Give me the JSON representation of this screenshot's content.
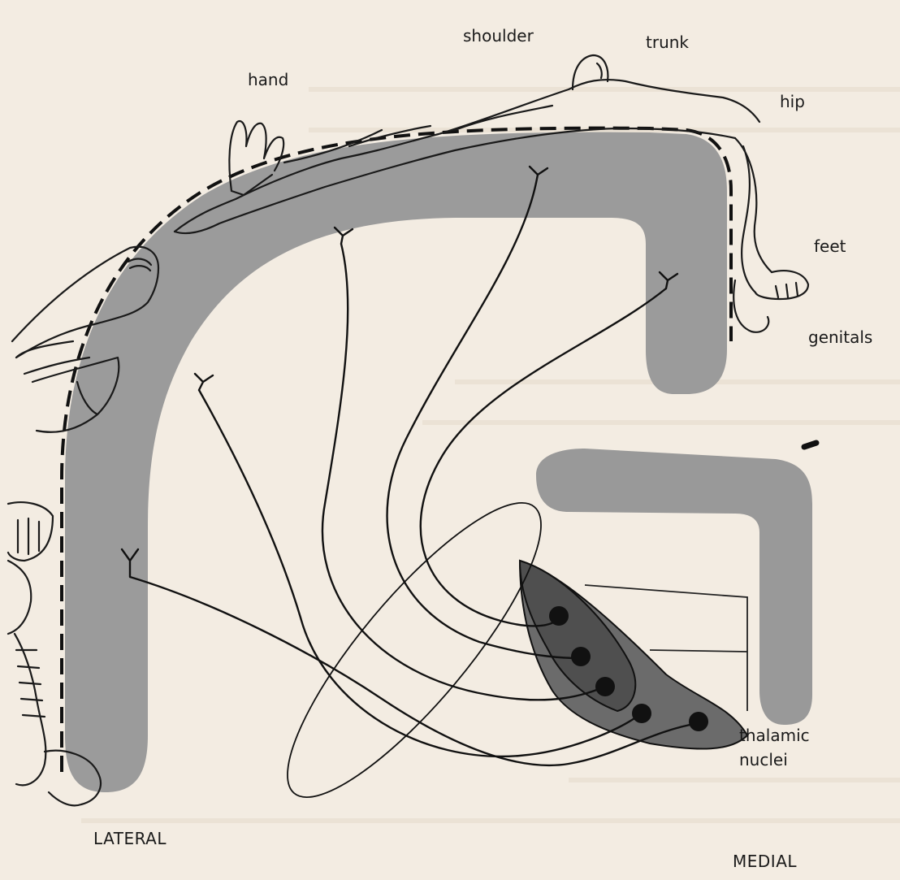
{
  "figure": {
    "labels": {
      "shoulder": "shoulder",
      "trunk": "trunk",
      "hand": "hand",
      "hip": "hip",
      "feet": "feet",
      "genitals": "genitals",
      "thalamic_line1": "thalamic",
      "thalamic_line2": "nuclei",
      "lateral": "LATERAL",
      "medial": "MEDIAL"
    },
    "colors": {
      "background": "#f3ece2",
      "cortex_band": "#9b9b9b",
      "thalamus": "#999999",
      "nucleus_dark": "#4f4f4f",
      "nucleus_mid": "#6b6b6b",
      "ink": "#111111"
    }
  }
}
